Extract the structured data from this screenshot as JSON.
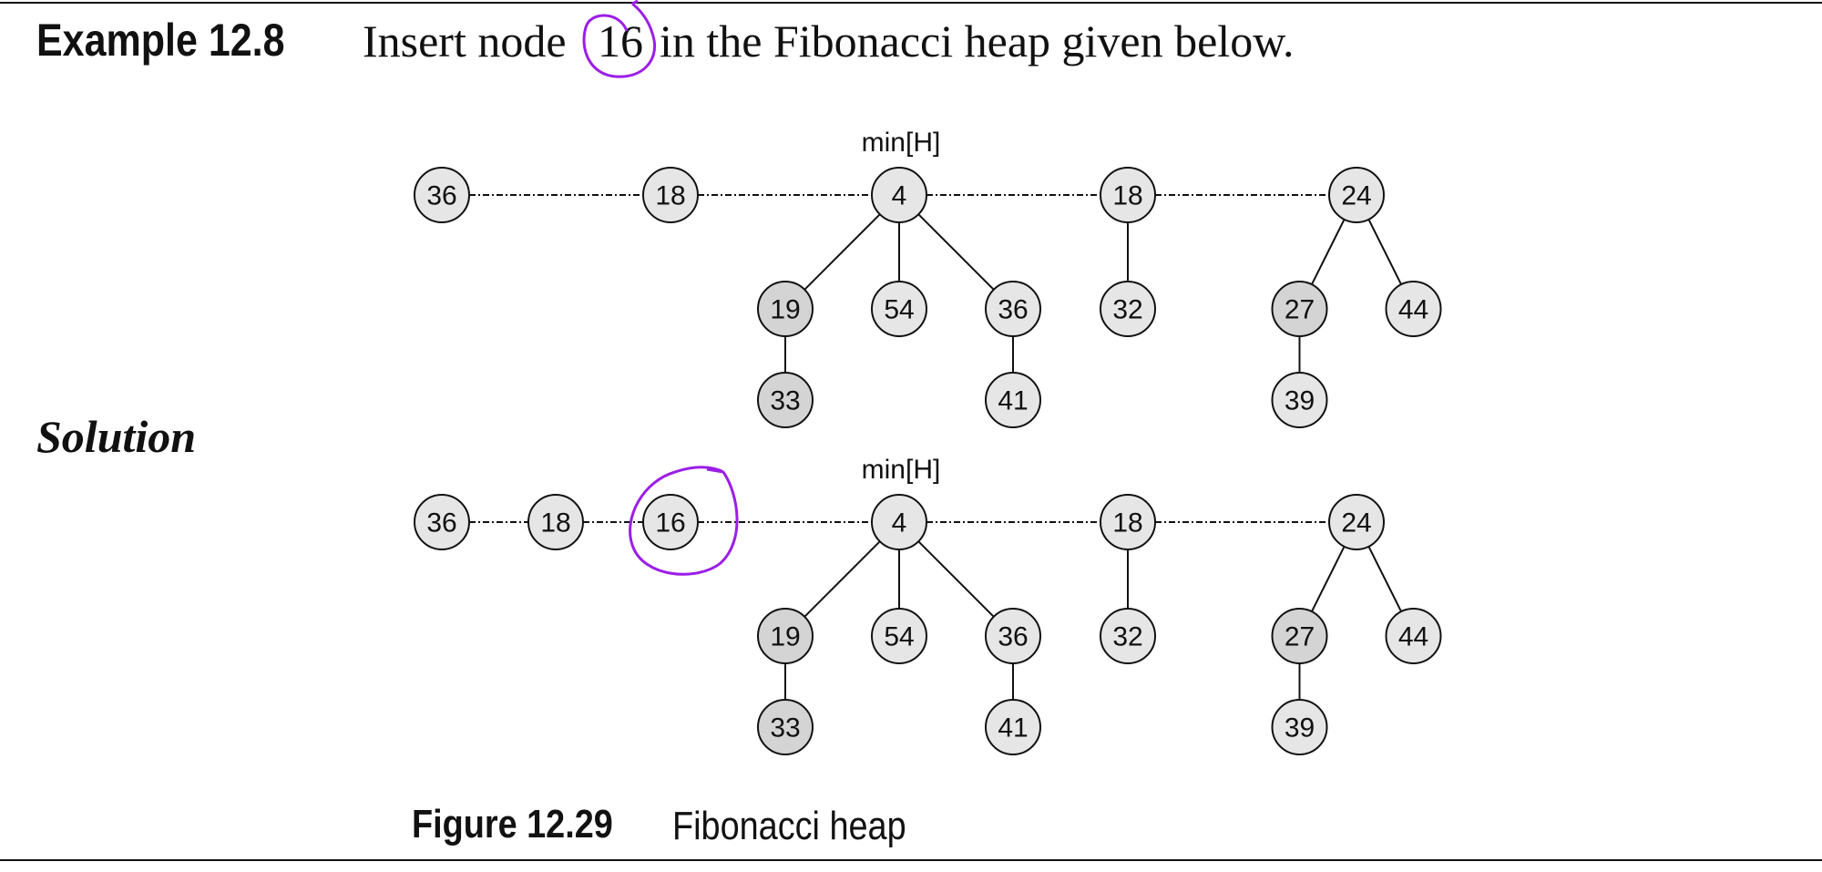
{
  "example": {
    "label": "Example 12.8",
    "text_before": "Insert node",
    "node_value": "16",
    "text_after": "in the Fibonacci heap given below."
  },
  "solution_label": "Solution",
  "caption": {
    "label": "Figure 12.29",
    "text": "Fibonacci heap"
  },
  "colors": {
    "node_fill": "#e6e6e6",
    "node_fill_marked": "#d4d4d4",
    "annotation": "#9b1ee6"
  },
  "heaps": [
    {
      "min_label": "min[H]",
      "roots": [
        {
          "key": "36",
          "children": []
        },
        {
          "key": "18",
          "children": []
        },
        {
          "key": "4",
          "is_min": true,
          "children": [
            {
              "key": "19",
              "marked": true,
              "children": [
                {
                  "key": "33",
                  "marked": true,
                  "children": []
                }
              ]
            },
            {
              "key": "54",
              "children": []
            },
            {
              "key": "36",
              "children": [
                {
                  "key": "41",
                  "children": []
                }
              ]
            }
          ]
        },
        {
          "key": "18",
          "children": [
            {
              "key": "32",
              "children": []
            }
          ]
        },
        {
          "key": "24",
          "children": [
            {
              "key": "27",
              "marked": true,
              "children": [
                {
                  "key": "39",
                  "children": []
                }
              ]
            },
            {
              "key": "44",
              "children": []
            }
          ]
        }
      ]
    },
    {
      "min_label": "min[H]",
      "roots": [
        {
          "key": "36",
          "children": []
        },
        {
          "key": "18",
          "children": []
        },
        {
          "key": "16",
          "inserted": true,
          "children": []
        },
        {
          "key": "4",
          "is_min": true,
          "children": [
            {
              "key": "19",
              "marked": true,
              "children": [
                {
                  "key": "33",
                  "marked": true,
                  "children": []
                }
              ]
            },
            {
              "key": "54",
              "children": []
            },
            {
              "key": "36",
              "children": [
                {
                  "key": "41",
                  "children": []
                }
              ]
            }
          ]
        },
        {
          "key": "18",
          "children": [
            {
              "key": "32",
              "children": []
            }
          ]
        },
        {
          "key": "24",
          "children": [
            {
              "key": "27",
              "marked": true,
              "children": [
                {
                  "key": "39",
                  "children": []
                }
              ]
            },
            {
              "key": "44",
              "children": []
            }
          ]
        }
      ]
    }
  ]
}
